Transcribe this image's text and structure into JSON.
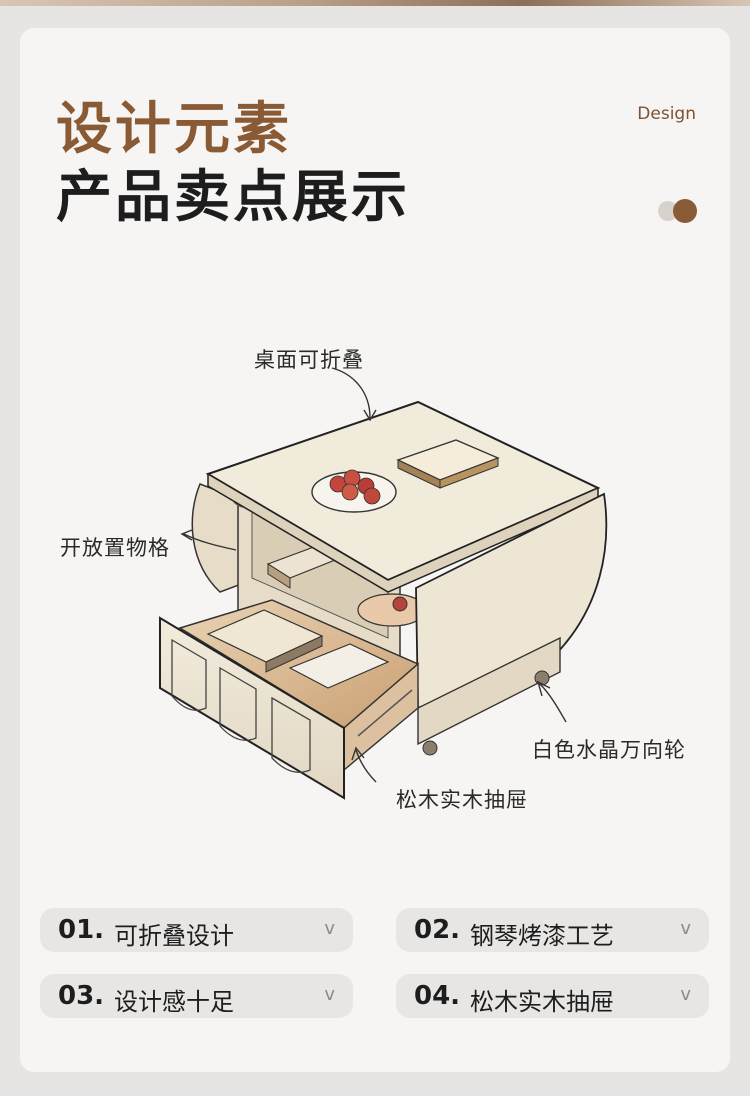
{
  "header": {
    "title_line1": "设计元素",
    "title_line2": "产品卖点展示",
    "design_label": "Design"
  },
  "illustration": {
    "callouts": {
      "tabletop": "桌面可折叠",
      "shelf": "开放置物格",
      "caster": "白色水晶万向轮",
      "drawer": "松木实木抽屉"
    }
  },
  "features": [
    {
      "num": "01.",
      "label": "可折叠设计",
      "chevron": "v"
    },
    {
      "num": "02.",
      "label": "钢琴烤漆工艺",
      "chevron": "v"
    },
    {
      "num": "03.",
      "label": "设计感十足",
      "chevron": "v"
    },
    {
      "num": "04.",
      "label": "松木实木抽屉",
      "chevron": "v"
    }
  ],
  "colors": {
    "accent_brown": "#8a5a35",
    "card_bg": "#f6f5f3",
    "pill_bg": "#e8e6e4"
  }
}
